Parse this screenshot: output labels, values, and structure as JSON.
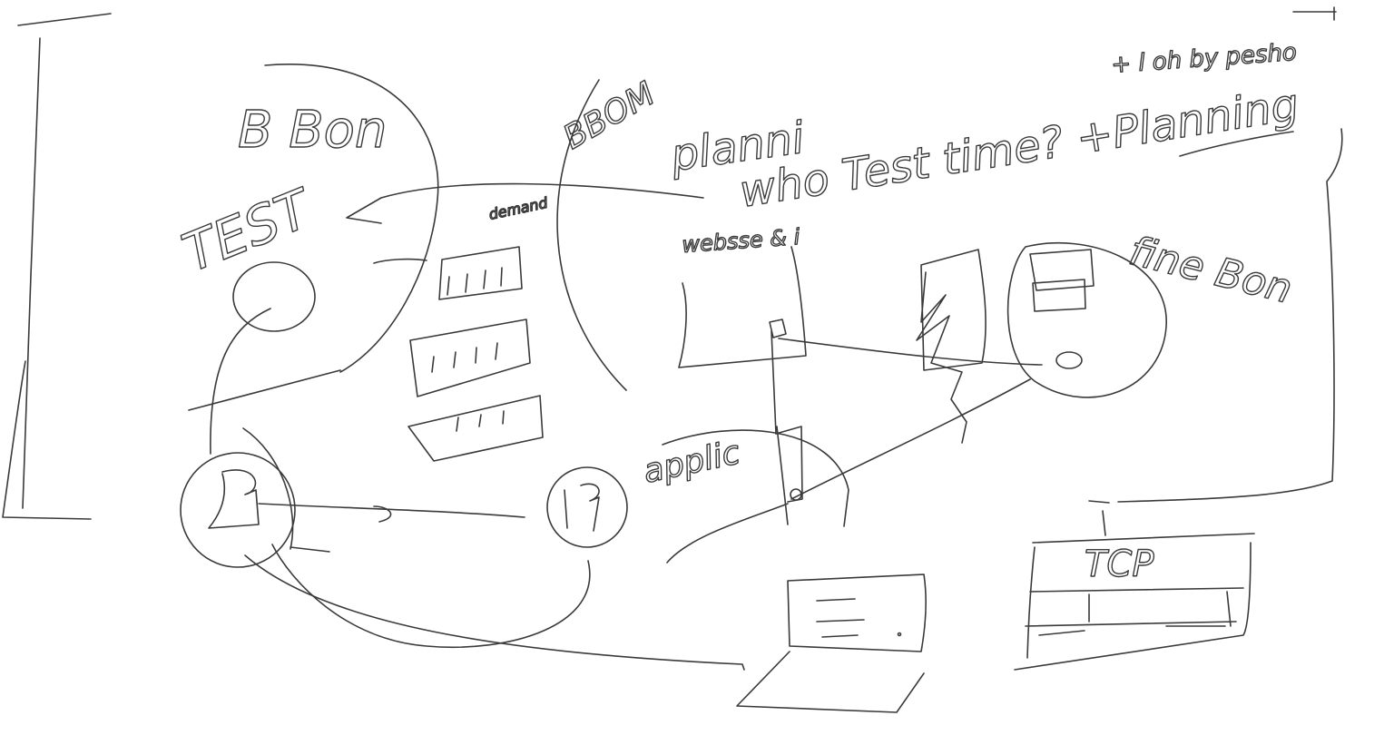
{
  "colors": {
    "ink": "#3a3a3a",
    "background": "#ffffff"
  },
  "labels": {
    "b_bon": "B Bon",
    "bbom": "BBOM",
    "test": "TEST",
    "demand": "demand",
    "planni": "planni",
    "who_test_time": "who Test time? +Planning",
    "websse": "websse & i",
    "fine_bon": "fine Bon",
    "applic": "applic",
    "tcp": "TCP",
    "top_note": "+ l oh by pesho"
  }
}
